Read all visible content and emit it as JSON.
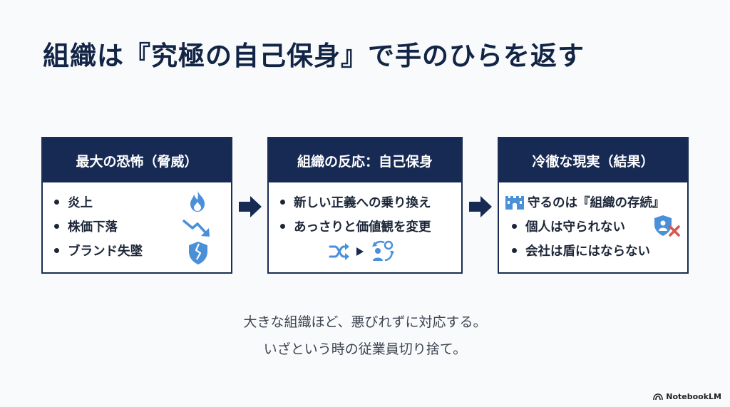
{
  "title": "組織は『究極の自己保身』で手のひらを返す",
  "cards": [
    {
      "header": "最大の恐怖（脅威）",
      "items": [
        "炎上",
        "株価下落",
        "ブランド失墜"
      ],
      "icons": [
        "fire-icon",
        "stock-down-arrow-icon",
        "broken-shield-icon"
      ]
    },
    {
      "header": "組織の反応：自己保身",
      "items": [
        "新しい正義への乗り換え",
        "あっさりと価値観を変更"
      ],
      "icons": [
        "shuffle-icon",
        "play-triangle-icon",
        "person-cycle-icon"
      ]
    },
    {
      "header": "冷徹な現実（結果）",
      "lead": "守るのは『組織の存続』",
      "items": [
        "個人は守られない",
        "会社は盾にはならない"
      ],
      "icons": [
        "castle-icon",
        "person-shield-cross-icon"
      ]
    }
  ],
  "caption": {
    "line1": "大きな組織ほど、悪びれずに対応する。",
    "line2": "いざという時の従業員切り捨て。"
  },
  "brand": "NotebookLM",
  "colors": {
    "navy": "#172a54",
    "accent_blue": "#4a90d9",
    "cross_red": "#d9534f"
  }
}
